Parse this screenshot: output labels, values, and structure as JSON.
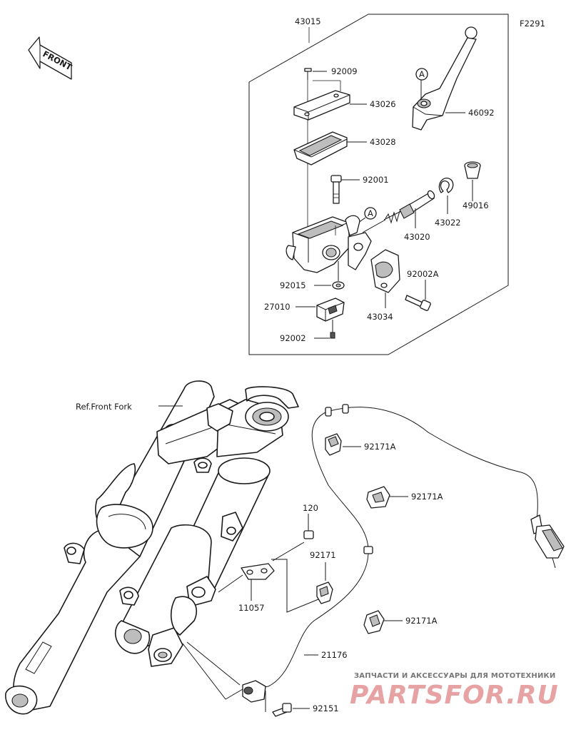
{
  "figure_code": "F2291",
  "direction_label": "FRONT",
  "reference_label": "Ref.Front Fork",
  "callout_mark": "A",
  "parts": {
    "p43015": "43015",
    "p92009": "92009",
    "p43026": "43026",
    "p43028": "43028",
    "p46092": "46092",
    "p92001": "92001",
    "p49016": "49016",
    "p43022": "43022",
    "p43020": "43020",
    "p92002A": "92002A",
    "p92015": "92015",
    "p27010": "27010",
    "p43034": "43034",
    "p92002": "92002",
    "p92171A_1": "92171A",
    "p92171A_2": "92171A",
    "p92171A_3": "92171A",
    "p120": "120",
    "p92171": "92171",
    "p11057": "11057",
    "p21176": "21176",
    "p92151": "92151"
  },
  "watermark": {
    "line1": "ЗАПЧАСТИ И АКСЕССУАРЫ ДЛЯ МОТОТЕХНИКИ",
    "line2": "PARTSFOR.RU"
  },
  "colors": {
    "ink": "#1a1a1a",
    "watermark_red": "#e7a3a3",
    "watermark_gray": "#777777"
  }
}
